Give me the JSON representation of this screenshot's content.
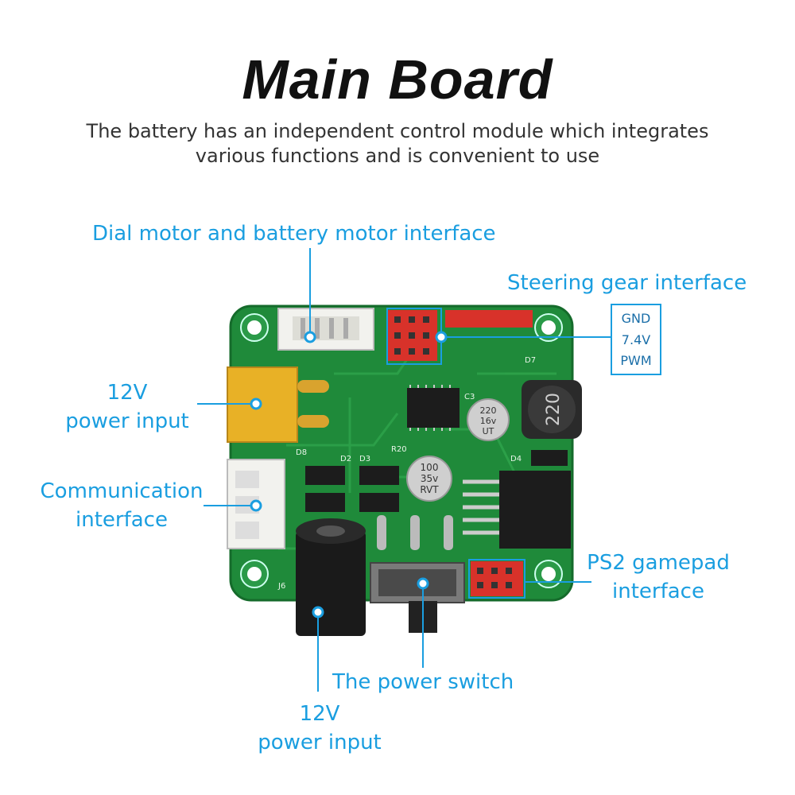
{
  "header": {
    "title": "Main Board",
    "subtitle_line1": "The battery has an independent control module which  integrates",
    "subtitle_line2": "various functions and is convenient to use"
  },
  "callouts": {
    "dial_motor": "Dial motor and battery motor interface",
    "steering_gear": "Steering gear interface",
    "power_input_top_line1": "12V",
    "power_input_top_line2": "power input",
    "communication_line1": "Communication",
    "communication_line2": "interface",
    "ps2_line1": "PS2 gamepad",
    "ps2_line2": "interface",
    "power_switch": "The power switch",
    "power_input_bottom_line1": "12V",
    "power_input_bottom_line2": "power input"
  },
  "steering_pins": [
    "GND",
    "7.4V",
    "PWM"
  ],
  "board_markings": {
    "inductor": "220",
    "cap_small_line1": "220",
    "cap_small_line2": "16v",
    "cap_small_line3": "UT",
    "cap_large_line1": "100",
    "cap_large_line2": "35v",
    "cap_large_line3": "RVT",
    "ref_d8": "D8",
    "ref_d2": "D2",
    "ref_d3": "D3",
    "ref_d4": "D4",
    "ref_d7": "D7",
    "ref_j6": "J6",
    "ref_c3": "C3",
    "ref_r20": "R20"
  },
  "colors": {
    "accent": "#1a9ee0",
    "pcb": "#1f8a3a",
    "pin_red": "#d8322a"
  }
}
